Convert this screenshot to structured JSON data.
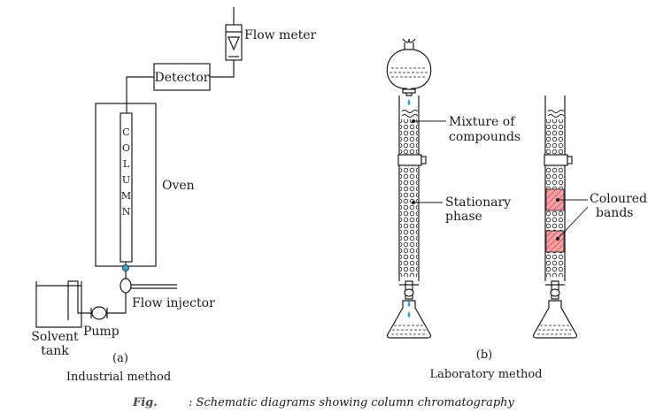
{
  "industrial": {
    "flow_meter": "Flow meter",
    "detector": "Detector",
    "column_letters": [
      "C",
      "O",
      "L",
      "U",
      "M",
      "N"
    ],
    "oven": "Oven",
    "flow_injector": "Flow injector",
    "pump": "Pump",
    "solvent_tank_line1": "Solvent",
    "solvent_tank_line2": "tank",
    "panel_id": "(a)",
    "method": "Industrial method"
  },
  "laboratory": {
    "mixture_line1": "Mixture of",
    "mixture_line2": "compounds",
    "stationary_line1": "Stationary",
    "stationary_line2": "phase",
    "coloured_line1": "Coloured",
    "coloured_line2": "bands",
    "panel_id": "(b)",
    "method": "Laboratory method"
  },
  "caption": {
    "fig_label": "Fig.",
    "text": ": Schematic diagrams showing column chromatography"
  },
  "colors": {
    "line": "#1a1a1a",
    "droplet": "#29a3d9",
    "band": "#e8545a",
    "injector_dot": "#29a3d9"
  }
}
